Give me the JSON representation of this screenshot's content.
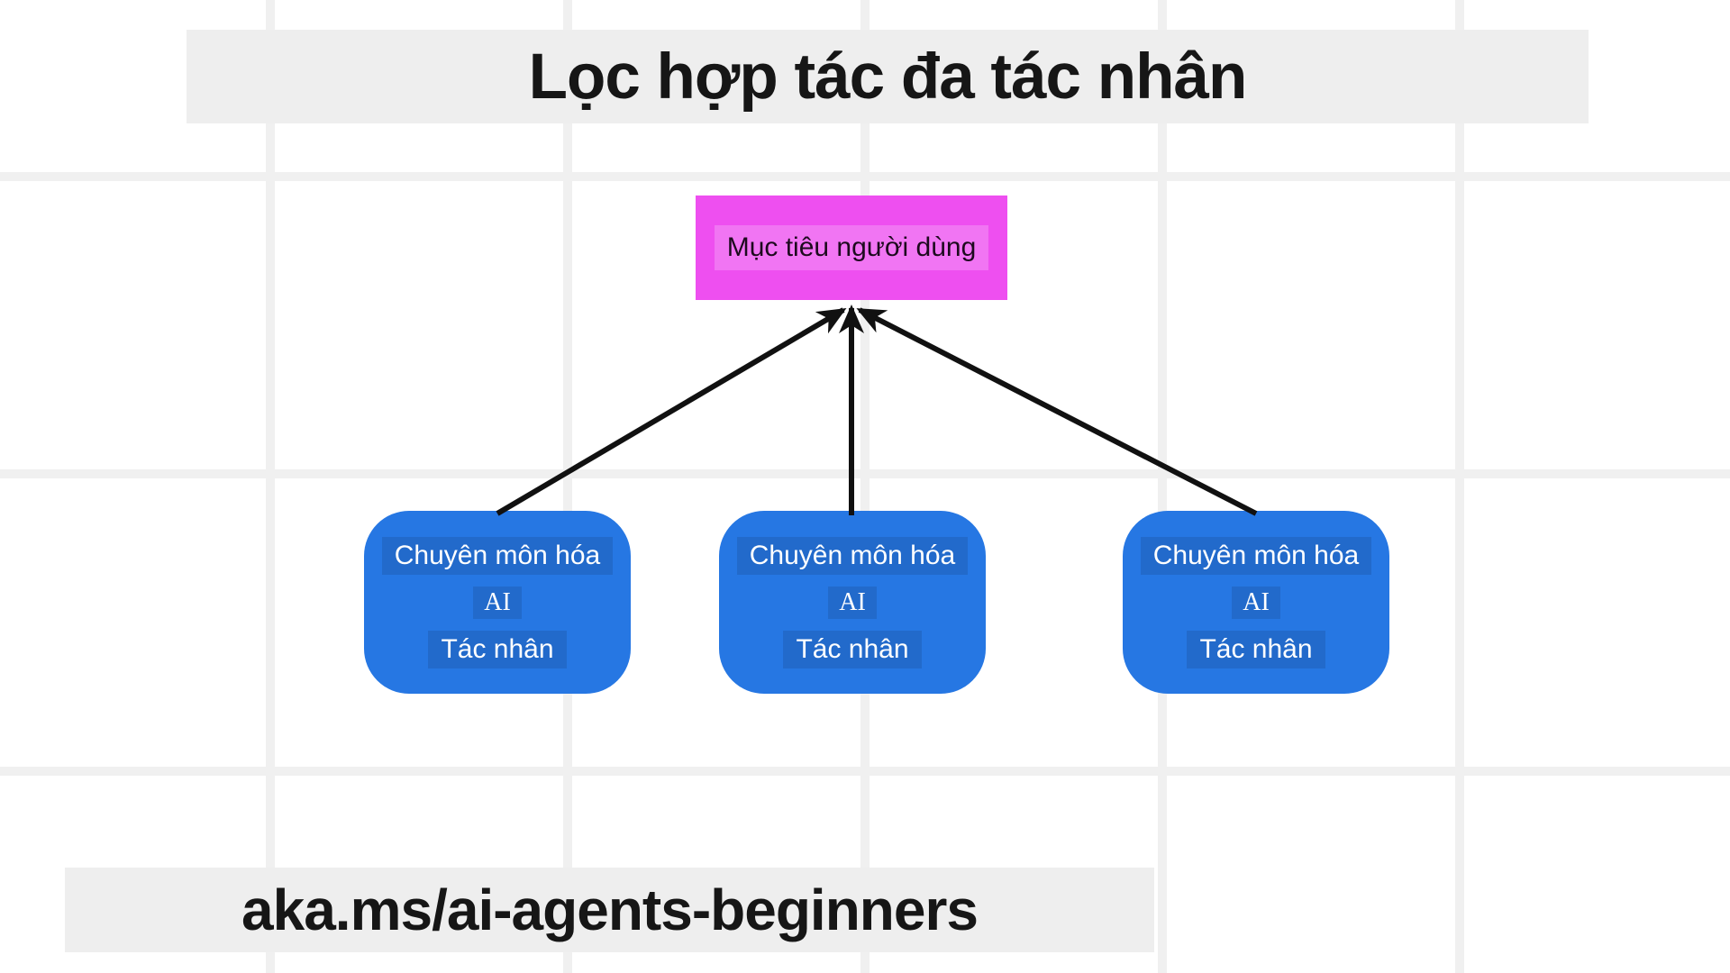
{
  "title_banner": {
    "label": "Lọc hợp tác đa tác nhân"
  },
  "diagram": {
    "goal_node": {
      "label": "Mục tiêu người dùng"
    },
    "agent_nodes": [
      {
        "line1": "Chuyên môn hóa",
        "line2": "AI",
        "line3": "Tác nhân"
      },
      {
        "line1": "Chuyên môn hóa",
        "line2": "AI",
        "line3": "Tác nhân"
      },
      {
        "line1": "Chuyên môn hóa",
        "line2": "AI",
        "line3": "Tác nhân"
      }
    ],
    "arrow_direction": "agents-to-goal"
  },
  "footer_banner": {
    "label": "aka.ms/ai-agents-beginners"
  },
  "colors": {
    "background": "#ffffff",
    "grid_line": "#f0f0f0",
    "banner_bg": "#eeeeee",
    "banner_text": "#161616",
    "goal_box_bg": "#ee4ff0",
    "goal_box_text": "#1d0a1e",
    "agent_box_bg": "#2677e3",
    "agent_box_text": "#ffffff",
    "arrow": "#111111"
  }
}
